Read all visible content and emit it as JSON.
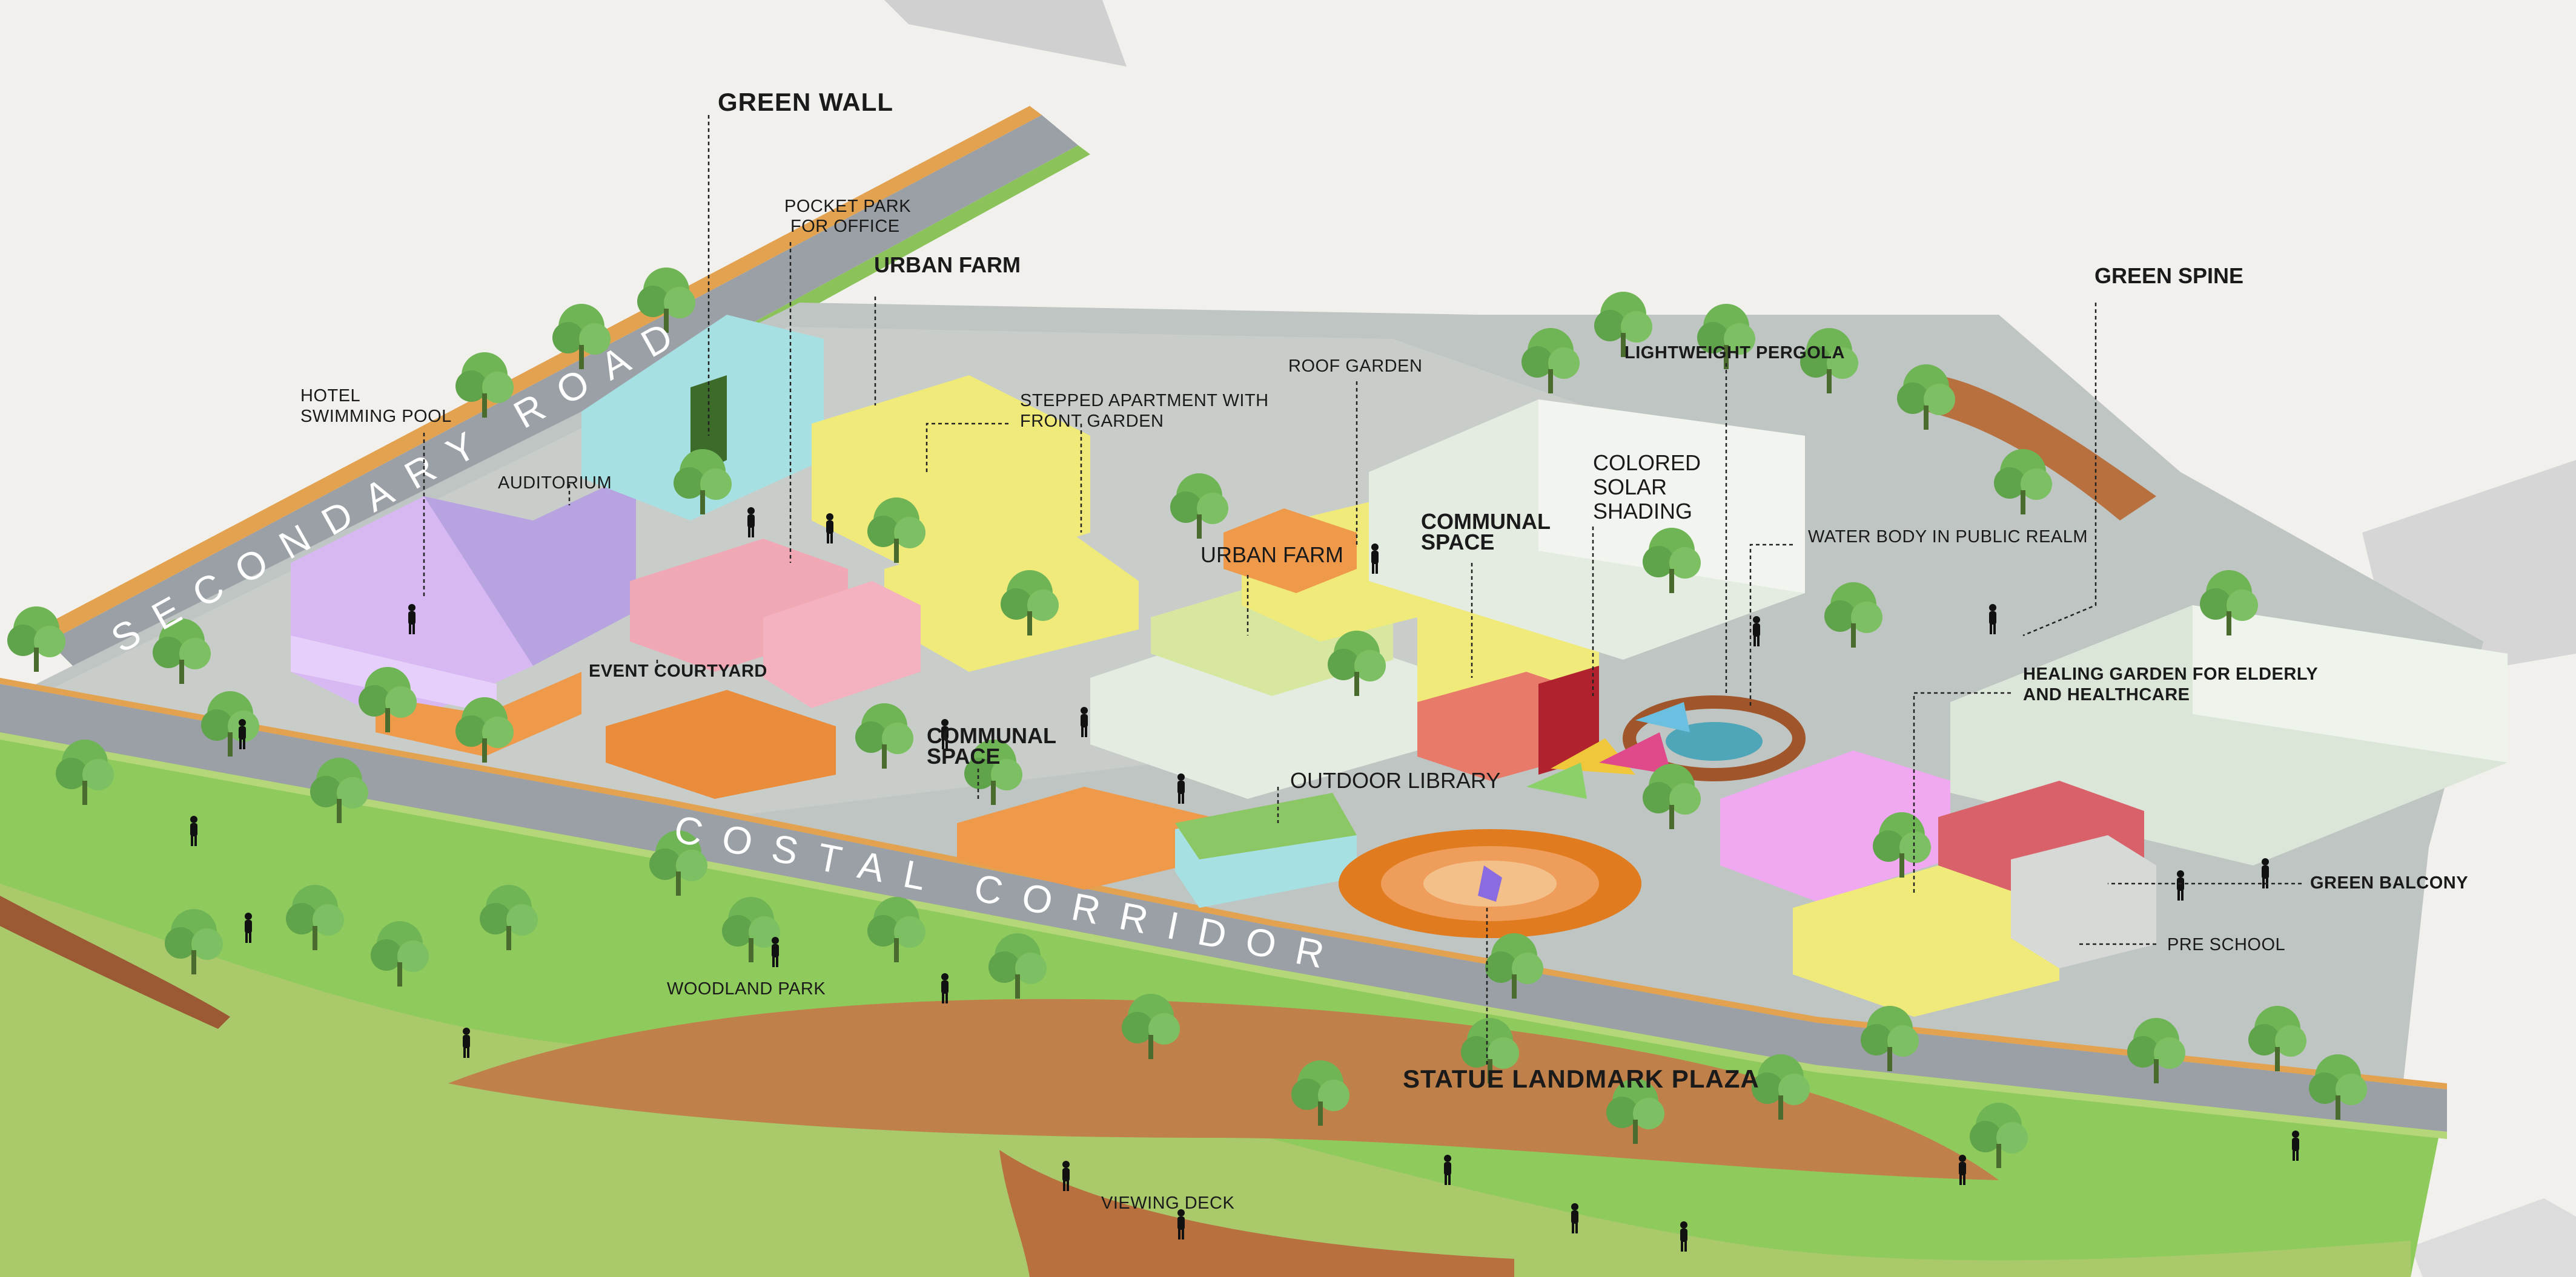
{
  "roads": {
    "secondary": "SECONDARY ROAD",
    "coastal": "COSTAL CORRIDOR"
  },
  "labels": {
    "green_wall": "GREEN WALL",
    "pocket_park": [
      "POCKET PARK",
      "FOR OFFICE"
    ],
    "urban_farm_top": "URBAN FARM",
    "hotel_pool": [
      "HOTEL",
      "SWIMMING POOL"
    ],
    "auditorium": "AUDITORIUM",
    "stepped_apartment": [
      "STEPPED APARTMENT WITH",
      "FRONT GARDEN"
    ],
    "roof_garden": "ROOF GARDEN",
    "lightweight_pergola": "LIGHTWEIGHT PERGOLA",
    "green_spine": "GREEN SPINE",
    "colored_solar": [
      "COLORED",
      "SOLAR",
      "SHADING"
    ],
    "communal_space_top": [
      "COMMUNAL",
      "SPACE"
    ],
    "water_body": "WATER BODY IN PUBLIC REALM",
    "urban_farm_mid": "URBAN FARM",
    "event_courtyard": "EVENT COURTYARD",
    "communal_space_mid": [
      "COMMUNAL",
      "SPACE"
    ],
    "outdoor_library": "OUTDOOR LIBRARY",
    "healing_garden": [
      "HEALING GARDEN FOR ELDERLY",
      "AND HEALTHCARE"
    ],
    "green_balcony": "GREEN BALCONY",
    "pre_school": "PRE SCHOOL",
    "woodland_park": "WOODLAND PARK",
    "statue_plaza": "STATUE LANDMARK PLAZA",
    "viewing_deck": "VIEWING DECK"
  },
  "colors": {
    "background": "#f2f0ed",
    "grass": "#8fcb5c",
    "grass_dark": "#6aa84f",
    "road": "#9aa0a6",
    "deck": "#b8703f",
    "plaza": "#e07b1f",
    "tree": "#5fa34a",
    "building_purple": "#d7b8f2",
    "building_yellow": "#f0ea7a",
    "building_orange": "#ef9a4a",
    "building_pink": "#f0a8b5",
    "building_teal": "#a7e0e3",
    "building_grey": "#d7d9d6",
    "building_red": "#d9626a",
    "building_white": "#e4ece1"
  },
  "icons": [
    "tree-icon",
    "person-icon",
    "pergola-icon",
    "statue-icon",
    "solar-sail-icon"
  ]
}
